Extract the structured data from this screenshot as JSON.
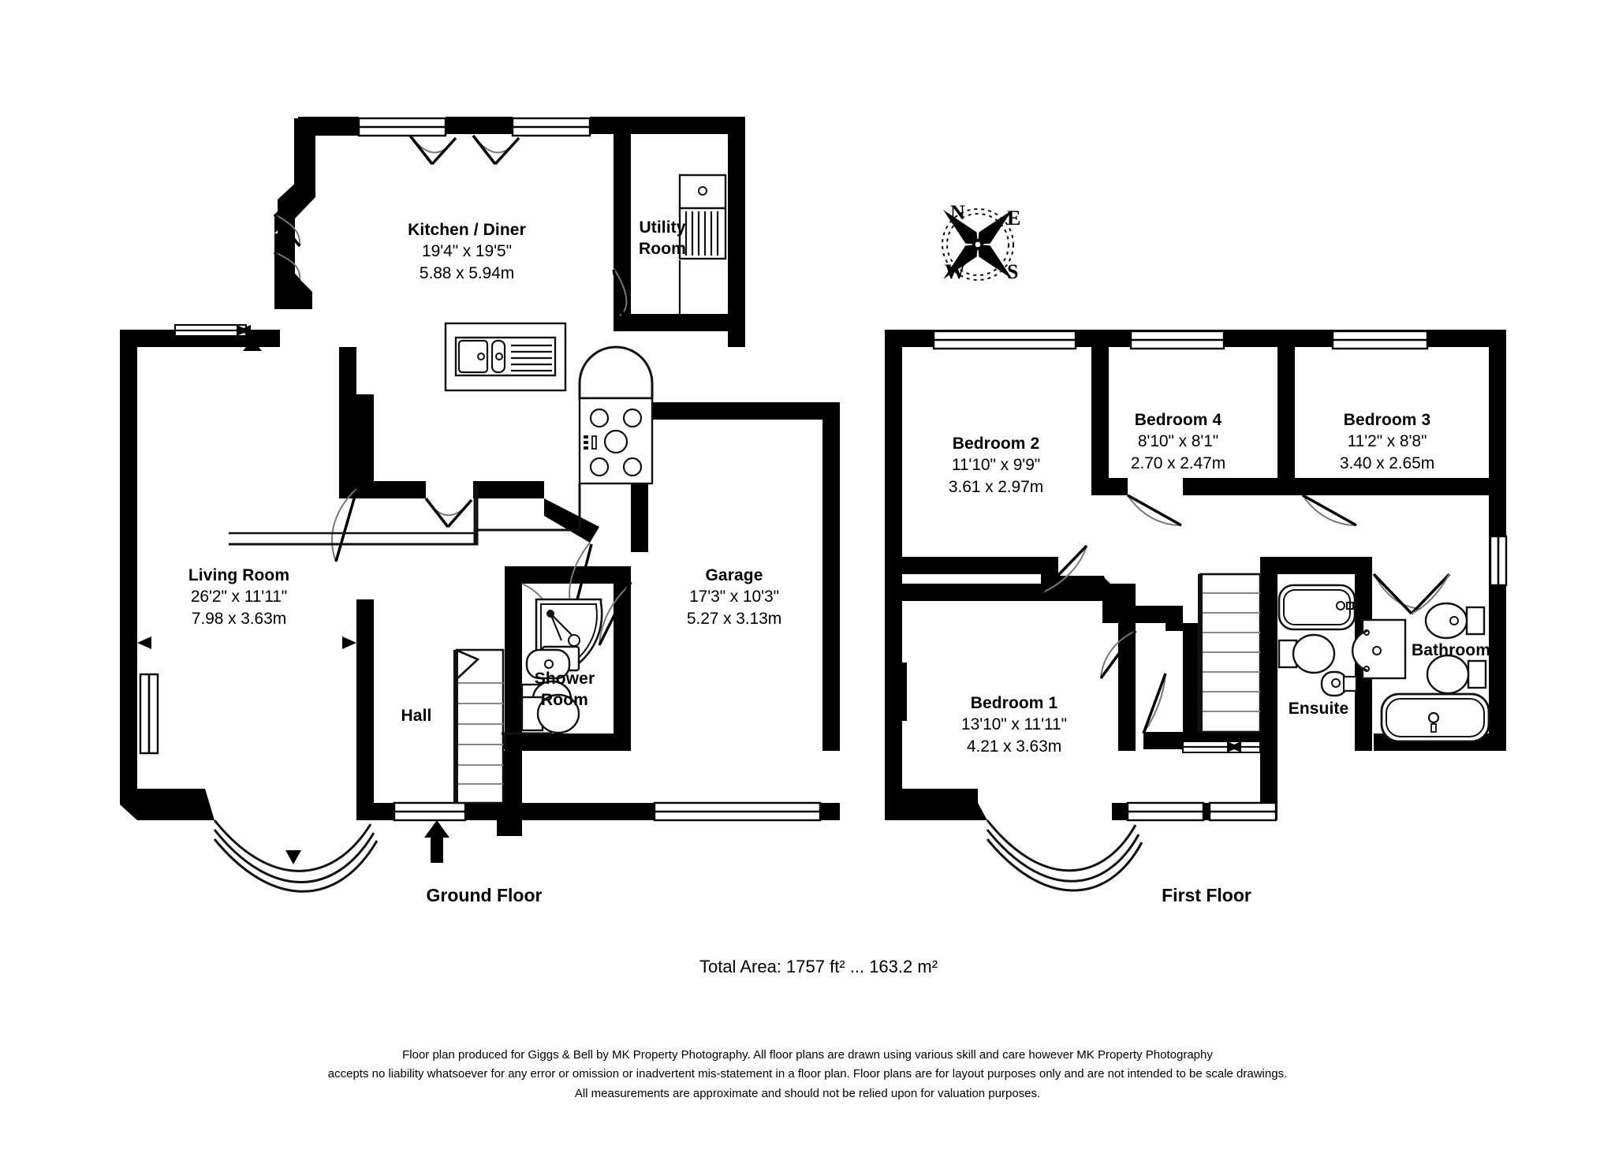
{
  "document": {
    "type": "floor-plan",
    "total_area": "Total Area: 1757 ft² ... 163.2 m²",
    "disclaimer_line_1": "Floor plan produced for Giggs & Bell by MK Property Photography. All floor plans are drawn using various skill and care however MK Property Photography",
    "disclaimer_line_2": "accepts no liability whatsoever for any error or omission or inadvertent mis-statement in a floor plan. Floor plans are for layout purposes only and are not intended to be scale drawings.",
    "disclaimer_line_3": "All measurements are approximate and should not be relied upon for valuation purposes."
  },
  "colors": {
    "wall": "#000000",
    "background": "#ffffff",
    "fixture_outline": "#1a1a1a",
    "stair_tread": "#808080"
  },
  "compass": {
    "north": "N",
    "east": "E",
    "south": "S",
    "west": "W"
  },
  "ground_floor": {
    "title": "Ground Floor",
    "rooms": [
      {
        "id": "kitchen-diner",
        "name": "Kitchen / Diner",
        "dim_imperial": "19'4\" x 19'5\"",
        "dim_metric": "5.88 x 5.94m"
      },
      {
        "id": "utility-room",
        "name_line_1": "Utility",
        "name_line_2": "Room",
        "dim_imperial": "",
        "dim_metric": ""
      },
      {
        "id": "living-room",
        "name": "Living Room",
        "dim_imperial": "26'2\" x 11'11\"",
        "dim_metric": "7.98 x 3.63m"
      },
      {
        "id": "garage",
        "name": "Garage",
        "dim_imperial": "17'3\" x 10'3\"",
        "dim_metric": "5.27 x 3.13m"
      },
      {
        "id": "shower-room",
        "name_line_1": "Shower",
        "name_line_2": "Room",
        "dim_imperial": "",
        "dim_metric": ""
      },
      {
        "id": "hall",
        "name": "Hall",
        "dim_imperial": "",
        "dim_metric": ""
      }
    ]
  },
  "first_floor": {
    "title": "First Floor",
    "rooms": [
      {
        "id": "bedroom-2",
        "name": "Bedroom 2",
        "dim_imperial": "11'10\" x 9'9\"",
        "dim_metric": "3.61 x 2.97m"
      },
      {
        "id": "bedroom-4",
        "name": "Bedroom 4",
        "dim_imperial": "8'10\" x 8'1\"",
        "dim_metric": "2.70 x 2.47m"
      },
      {
        "id": "bedroom-3",
        "name": "Bedroom 3",
        "dim_imperial": "11'2\" x 8'8\"",
        "dim_metric": "3.40 x 2.65m"
      },
      {
        "id": "bedroom-1",
        "name": "Bedroom 1",
        "dim_imperial": "13'10\" x 11'11\"",
        "dim_metric": "4.21 x 3.63m"
      },
      {
        "id": "bathroom",
        "name": "Bathroom",
        "dim_imperial": "",
        "dim_metric": ""
      },
      {
        "id": "ensuite",
        "name": "Ensuite",
        "dim_imperial": "",
        "dim_metric": ""
      }
    ]
  }
}
